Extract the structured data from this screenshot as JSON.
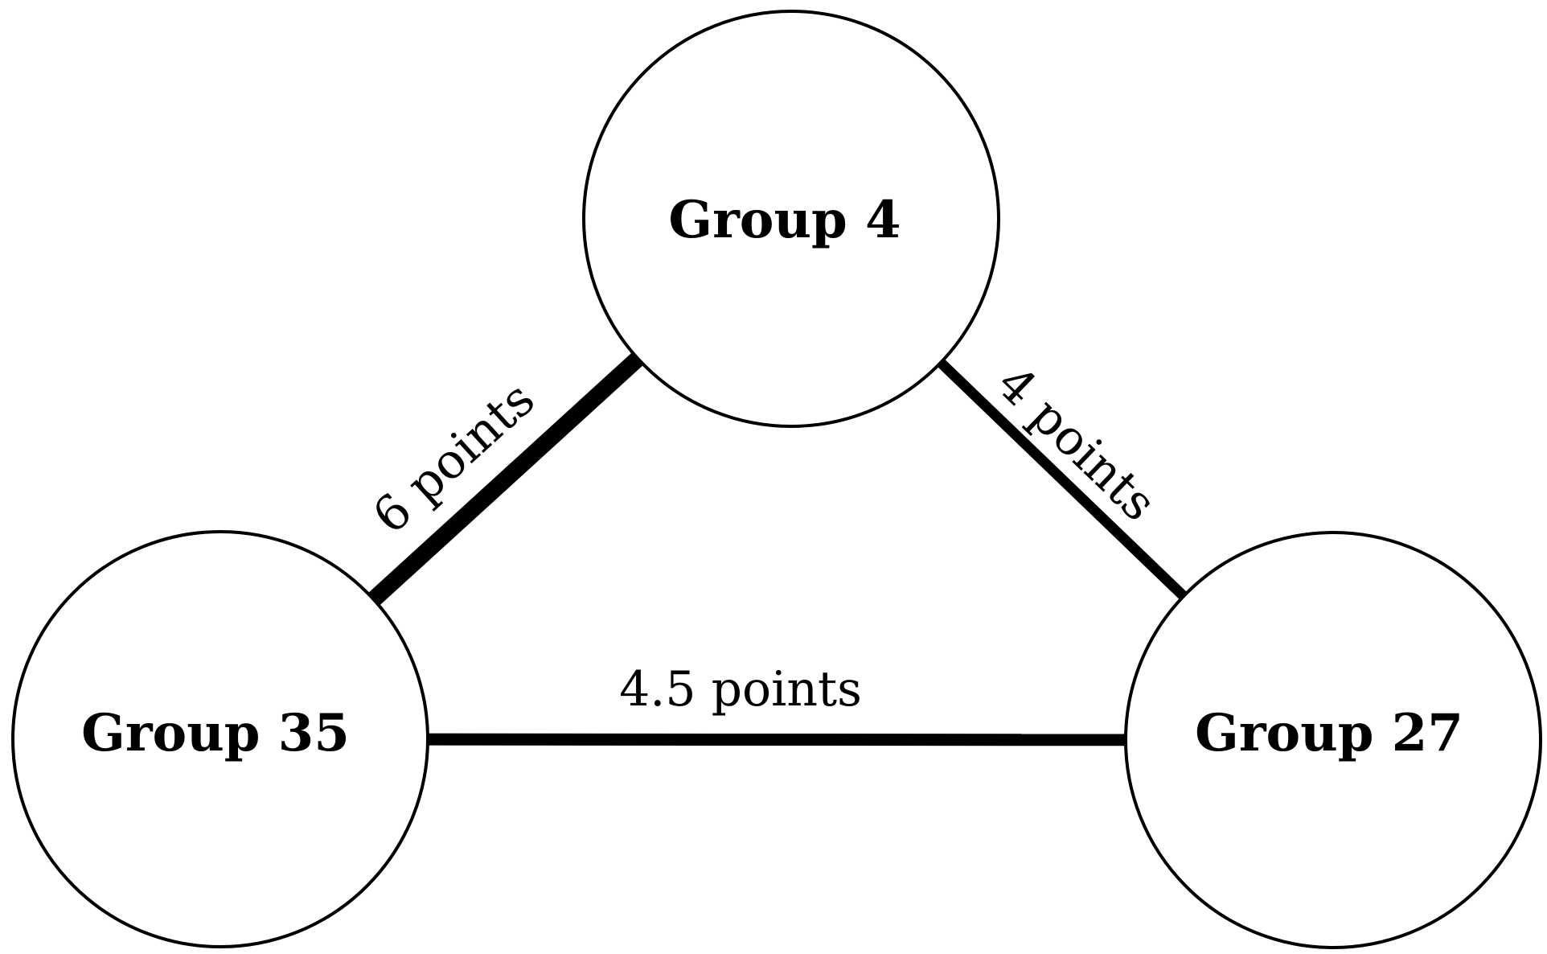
{
  "diagram": {
    "type": "weighted-graph",
    "background_color": "#ffffff",
    "stroke_color": "#000000",
    "nodes": [
      {
        "id": "group-4",
        "label": "Group 4"
      },
      {
        "id": "group-35",
        "label": "Group 35"
      },
      {
        "id": "group-27",
        "label": "Group 27"
      }
    ],
    "edges": [
      {
        "source": "group-35",
        "target": "group-4",
        "label": "6 points",
        "weight_points": 6
      },
      {
        "source": "group-4",
        "target": "group-27",
        "label": "4 points",
        "weight_points": 4
      },
      {
        "source": "group-35",
        "target": "group-27",
        "label": "4.5 points",
        "weight_points": 4.5
      }
    ]
  }
}
